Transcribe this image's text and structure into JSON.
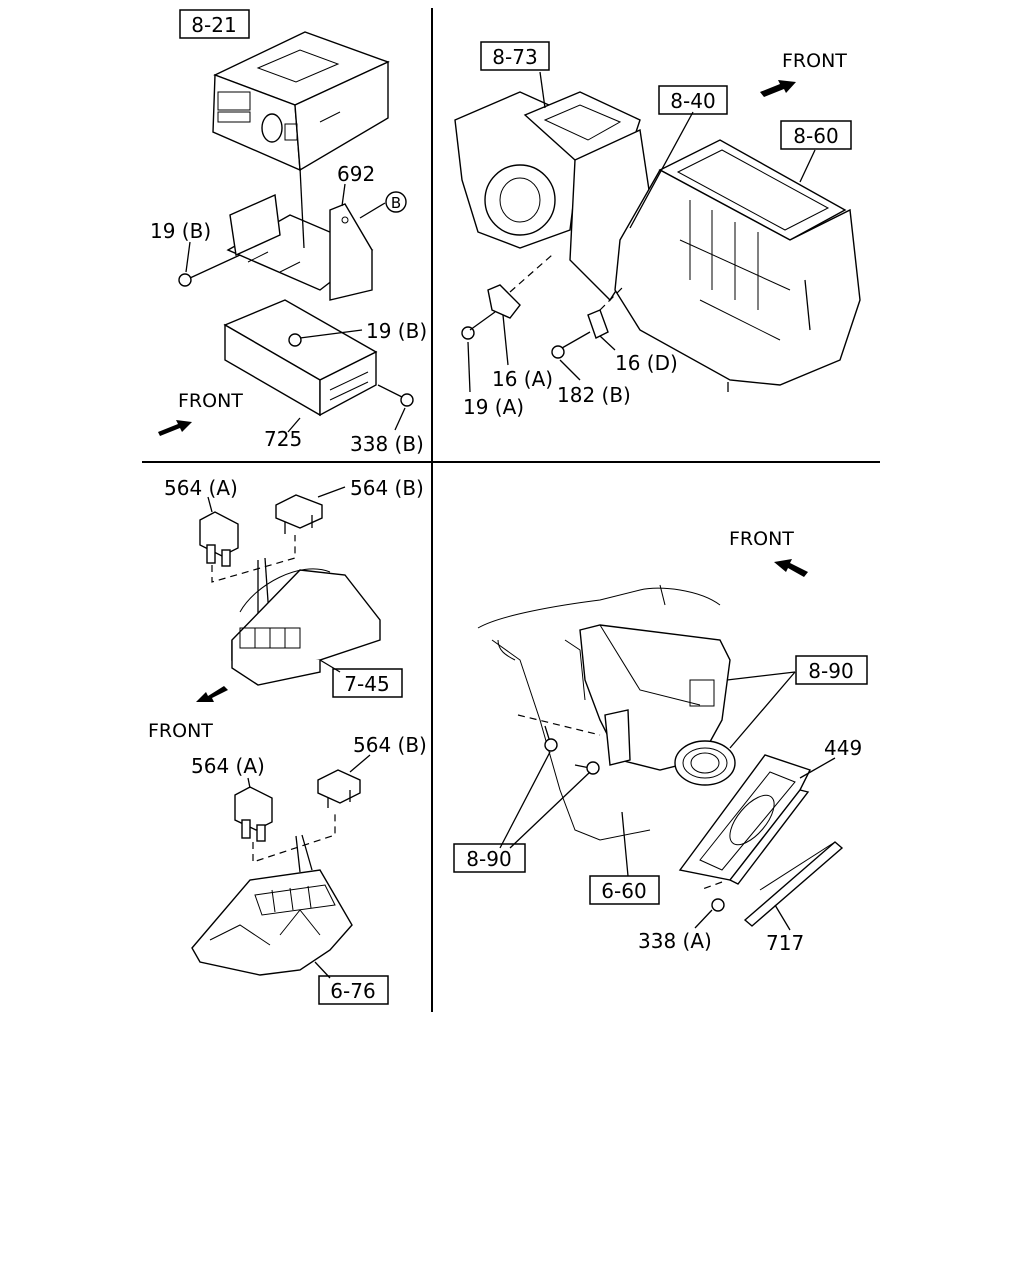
{
  "panels": {
    "top_left": {
      "boxed_refs": [
        "8-21"
      ],
      "labels": [
        "692",
        "19 (B)",
        "19 (B)",
        "725",
        "338 (B)"
      ],
      "circle_mark": "B",
      "front": "FRONT"
    },
    "top_right": {
      "boxed_refs": [
        "8-73",
        "8-40",
        "8-60"
      ],
      "labels": [
        "19 (A)",
        "16 (A)",
        "182 (B)",
        "16 (D)"
      ],
      "front": "FRONT"
    },
    "bottom_left": {
      "boxed_refs": [
        "7-45",
        "6-76"
      ],
      "labels": [
        "564 (A)",
        "564 (B)",
        "564 (A)",
        "564 (B)"
      ],
      "front": "FRONT"
    },
    "bottom_right": {
      "boxed_refs": [
        "8-90",
        "8-90",
        "6-60"
      ],
      "labels": [
        "449",
        "338 (A)",
        "717"
      ],
      "front": "FRONT"
    }
  }
}
